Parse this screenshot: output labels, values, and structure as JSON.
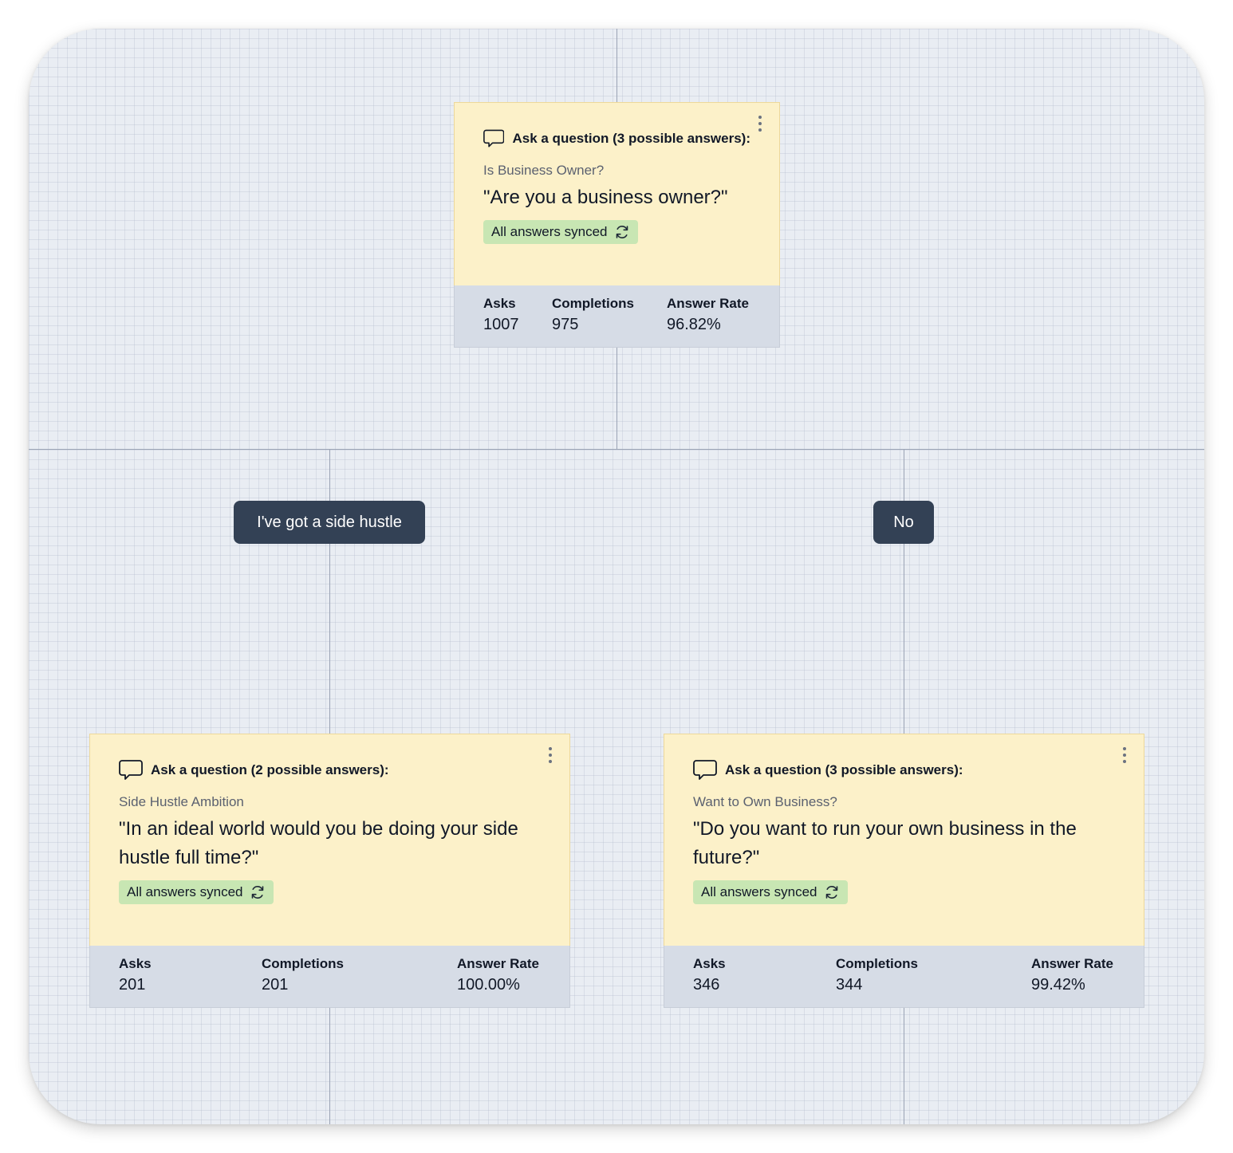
{
  "canvas": {
    "edges": [
      "root-stem-top",
      "root-stem-bottom",
      "branch-horizontal",
      "branch-left-down",
      "branch-right-down",
      "left-child-tail",
      "right-child-tail"
    ]
  },
  "answers": {
    "side_hustle": "I've got a side hustle",
    "no": "No"
  },
  "nodes": {
    "root": {
      "title": "Ask a question (3 possible answers):",
      "subtitle": "Is Business Owner?",
      "question": "\"Are you a business owner?\"",
      "sync_label": "All answers synced",
      "stats": {
        "asks_label": "Asks",
        "asks_value": "1007",
        "completions_label": "Completions",
        "completions_value": "975",
        "rate_label": "Answer Rate",
        "rate_value": "96.82%"
      }
    },
    "left": {
      "title": "Ask a question (2 possible answers):",
      "subtitle": "Side Hustle Ambition",
      "question": "\"In an ideal world would you be doing your side hustle full time?\"",
      "sync_label": "All answers synced",
      "stats": {
        "asks_label": "Asks",
        "asks_value": "201",
        "completions_label": "Completions",
        "completions_value": "201",
        "rate_label": "Answer Rate",
        "rate_value": "100.00%"
      }
    },
    "right": {
      "title": "Ask a question (3 possible answers):",
      "subtitle": "Want to Own Business?",
      "question": "\"Do you want to run your own business in the future?\"",
      "sync_label": "All answers synced",
      "stats": {
        "asks_label": "Asks",
        "asks_value": "346",
        "completions_label": "Completions",
        "completions_value": "344",
        "rate_label": "Answer Rate",
        "rate_value": "99.42%"
      }
    }
  },
  "icons": {
    "header": "chat-bubble-icon",
    "sync": "sync-arrows-icon",
    "menu": "kebab-menu-icon"
  },
  "colors": {
    "canvas_bg": "#e9edf3",
    "card_bg": "#fcf1c9",
    "stats_bg": "#d6dce6",
    "badge_bg": "#c8e6b3",
    "answer_pill_bg": "#334155",
    "edge": "#9aa3b5"
  }
}
